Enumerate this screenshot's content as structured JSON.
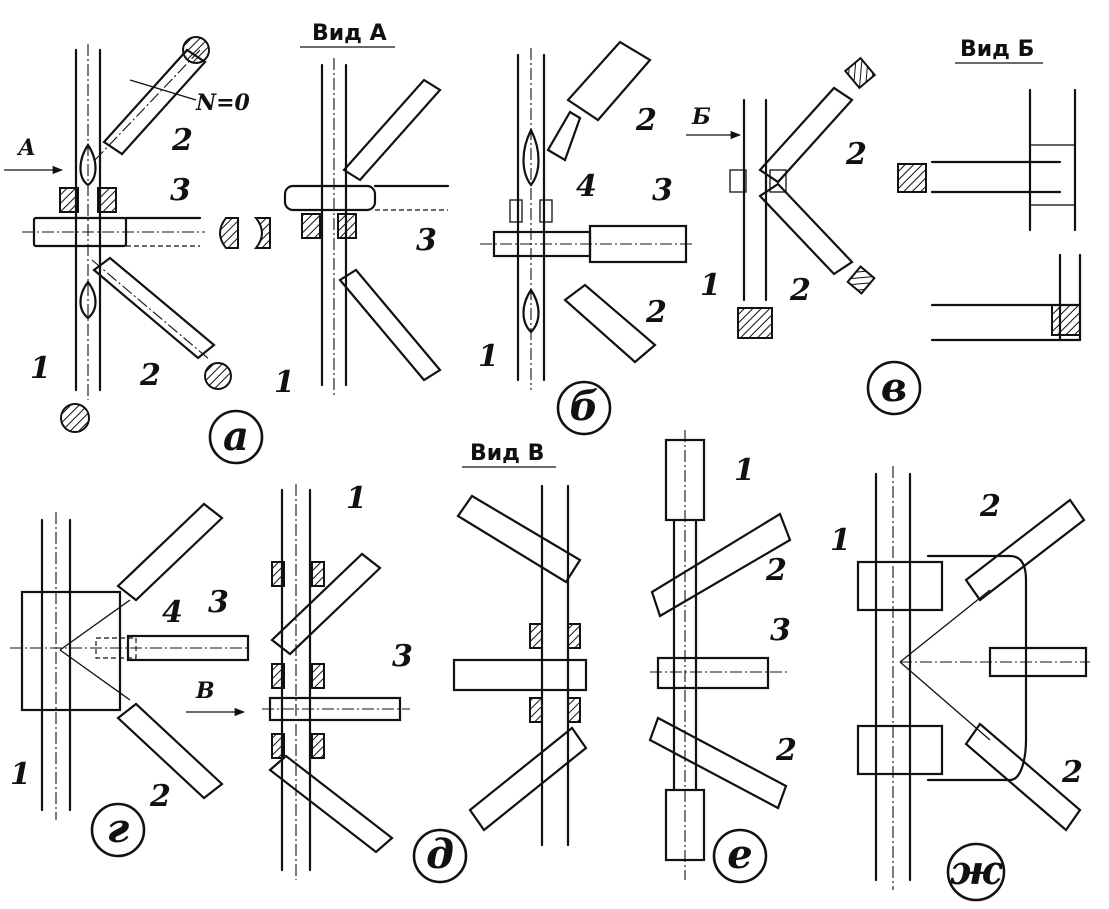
{
  "view_titles": {
    "view_a": "Вид А",
    "view_b": "Вид Б",
    "view_v": "Вид В"
  },
  "arrows": {
    "a": "А",
    "b": "Б",
    "v": "В"
  },
  "force_note": "N=0",
  "panel_captions": {
    "a": "а",
    "b": "б",
    "v": "в",
    "g": "г",
    "d": "д",
    "e": "е",
    "zh": "ж"
  },
  "part_numbers": {
    "chord": "1",
    "brace": "2",
    "strut": "3",
    "insert": "4"
  }
}
